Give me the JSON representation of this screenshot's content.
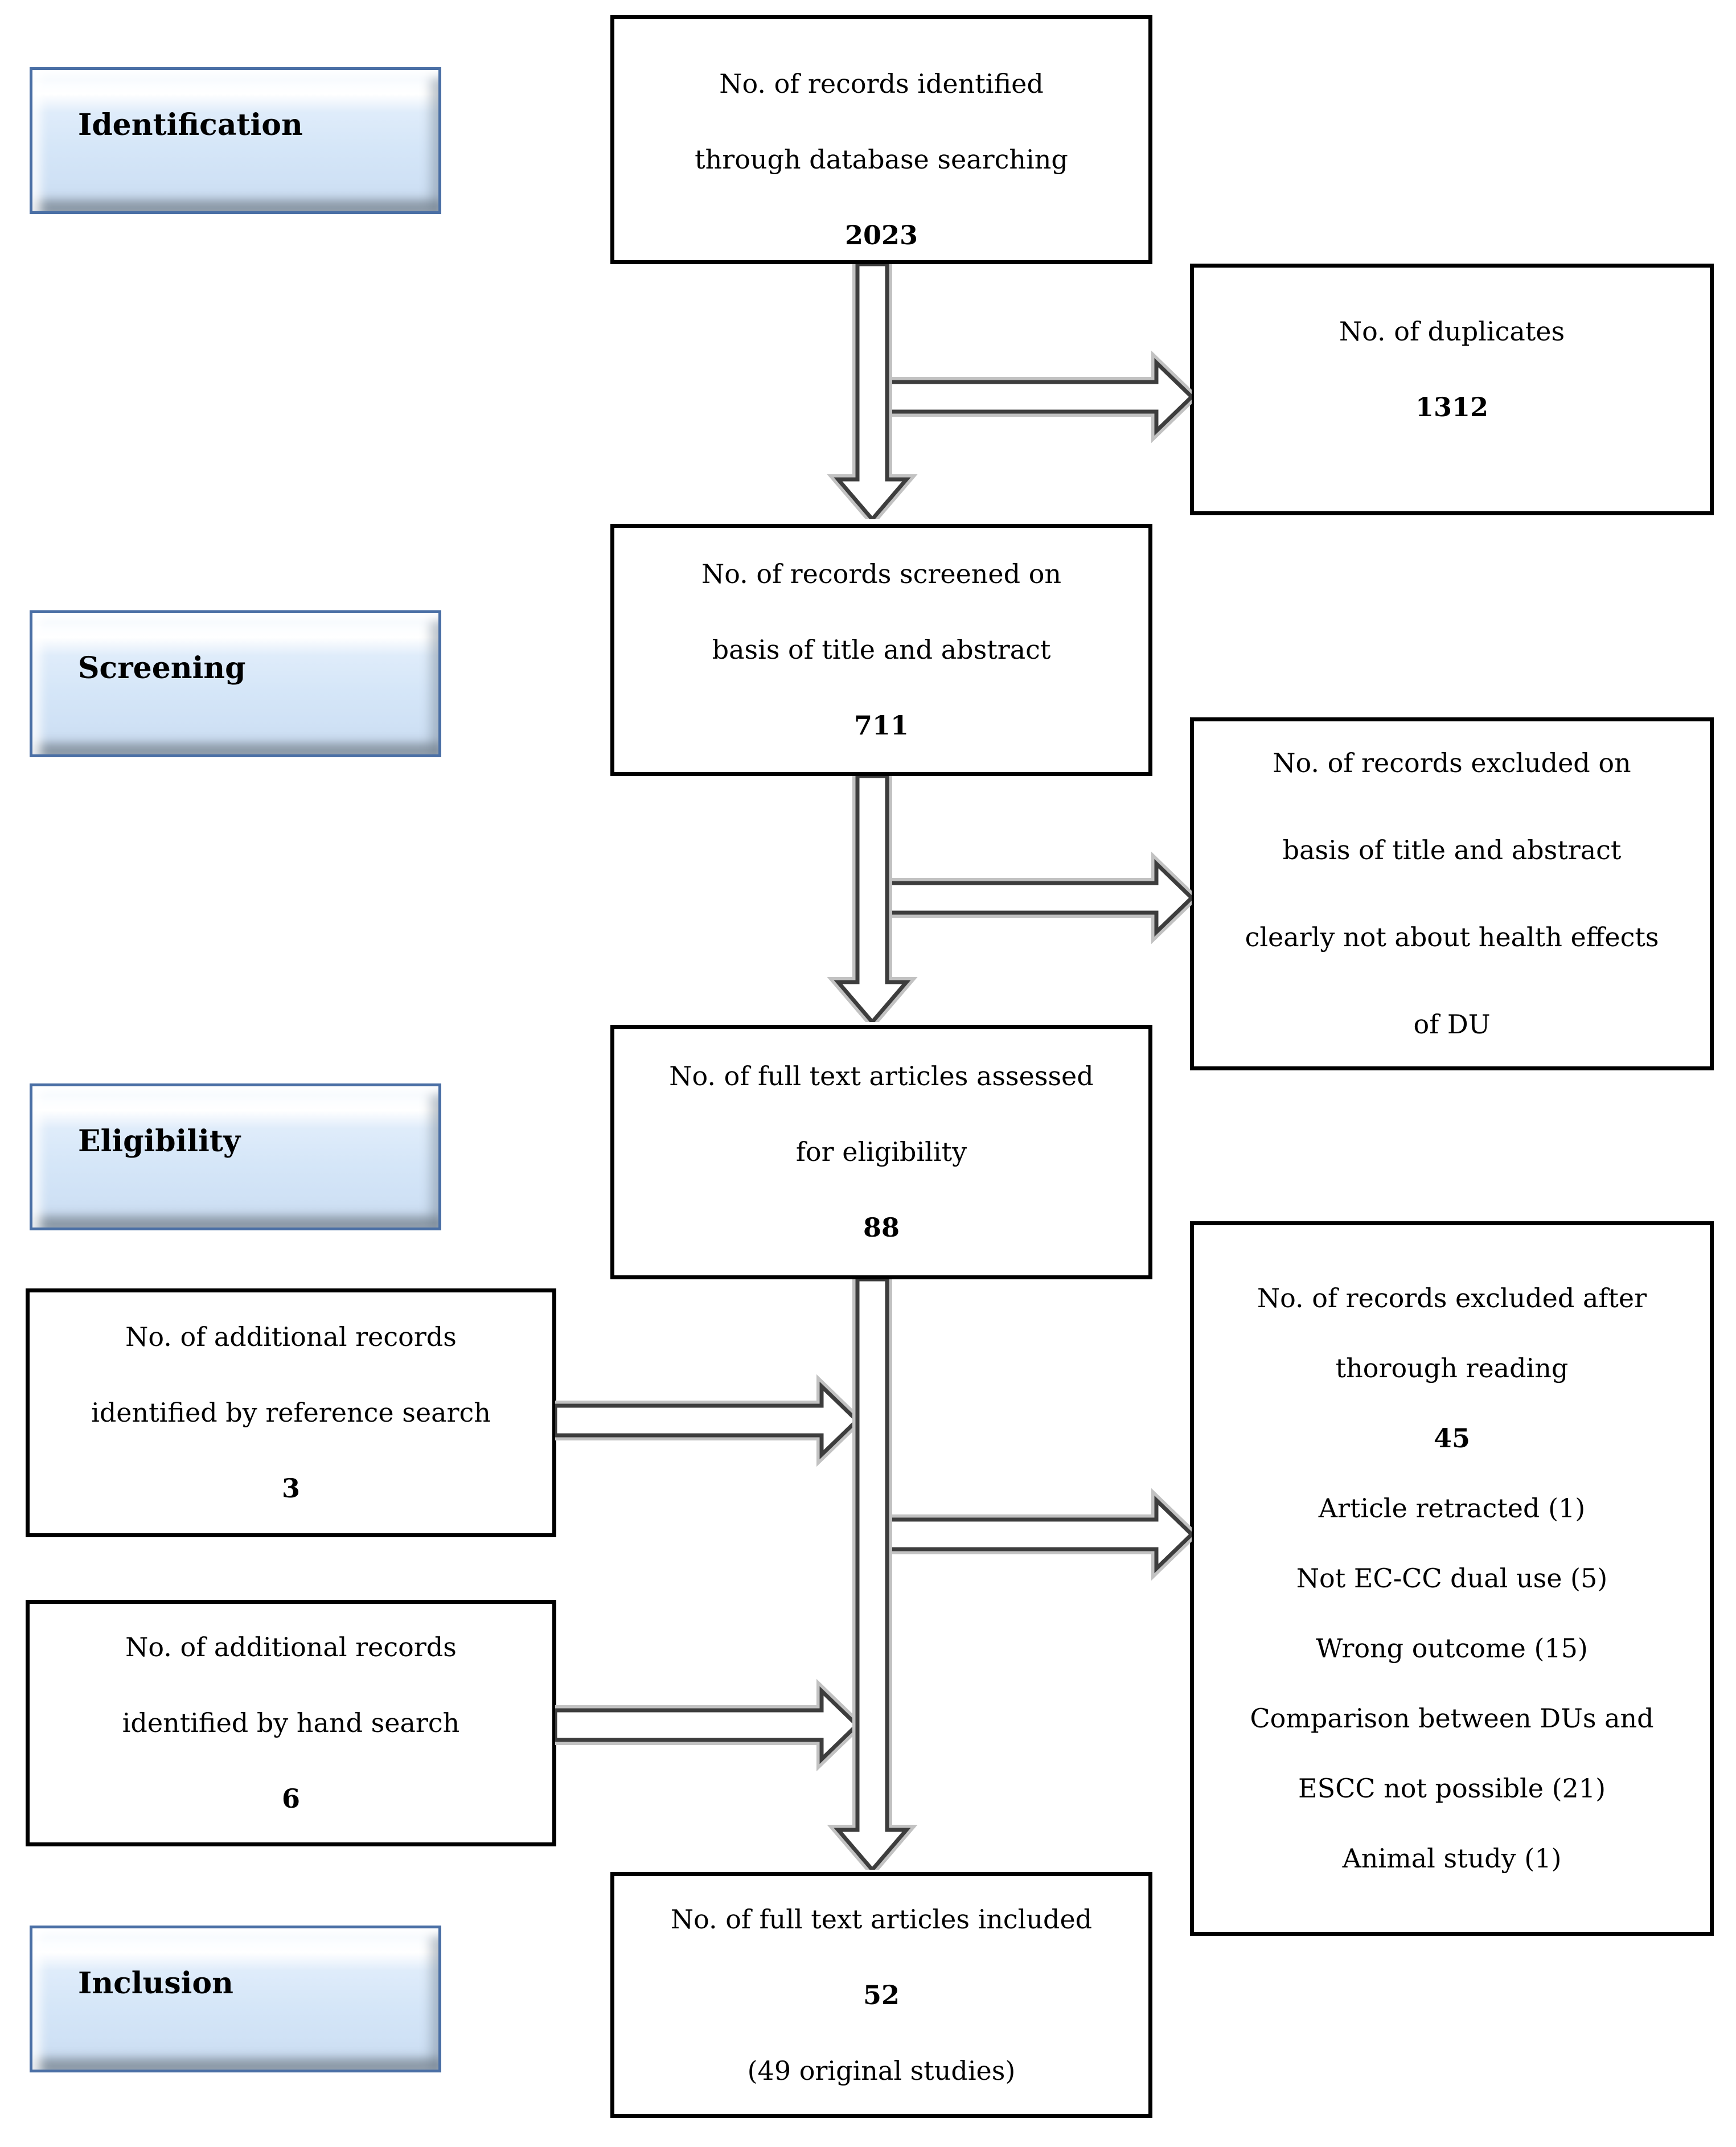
{
  "diagram": {
    "type": "prisma-flow",
    "stages": [
      {
        "label": "Identification"
      },
      {
        "label": "Screening"
      },
      {
        "label": "Eligibility"
      },
      {
        "label": "Inclusion"
      }
    ],
    "center_boxes": [
      {
        "lines": [
          "No. of records identified",
          "through database searching"
        ],
        "count": "2023"
      },
      {
        "lines": [
          "No. of records screened on",
          "basis of title and abstract"
        ],
        "count": "711"
      },
      {
        "lines": [
          "No. of full text articles assessed",
          "for eligibility"
        ],
        "count": "88"
      },
      {
        "lines": [
          "No. of full text articles included"
        ],
        "count": "52",
        "note": "(49 original studies)"
      }
    ],
    "right_boxes": [
      {
        "lines": [
          "No. of duplicates"
        ],
        "count": "1312"
      },
      {
        "lines": [
          "No. of records excluded on",
          "basis of title and abstract",
          "clearly not about health effects",
          "of DU"
        ]
      },
      {
        "lines": [
          "No. of records excluded after",
          "thorough reading"
        ],
        "count": "45",
        "reasons": [
          "Article retracted (1)",
          "Not EC-CC dual use (5)",
          "Wrong outcome (15)",
          "Comparison between DUs and",
          "ESCC not possible (21)",
          "Animal study (1)"
        ]
      }
    ],
    "left_boxes": [
      {
        "lines": [
          "No. of additional records",
          "identified by reference search"
        ],
        "count": "3"
      },
      {
        "lines": [
          "No. of additional records",
          "identified by hand search"
        ],
        "count": "6"
      }
    ],
    "colors": {
      "background": "#ffffff",
      "box_border": "#000000",
      "text": "#000000",
      "stage_border": "#4a6fa5",
      "stage_fill": "#d5e6f8",
      "stage_bevel_shadow": "#8e9aa6",
      "arrow_fill": "#ffffff",
      "arrow_outline": "#3d3d3d",
      "arrow_halo": "#c2c2c2"
    }
  }
}
